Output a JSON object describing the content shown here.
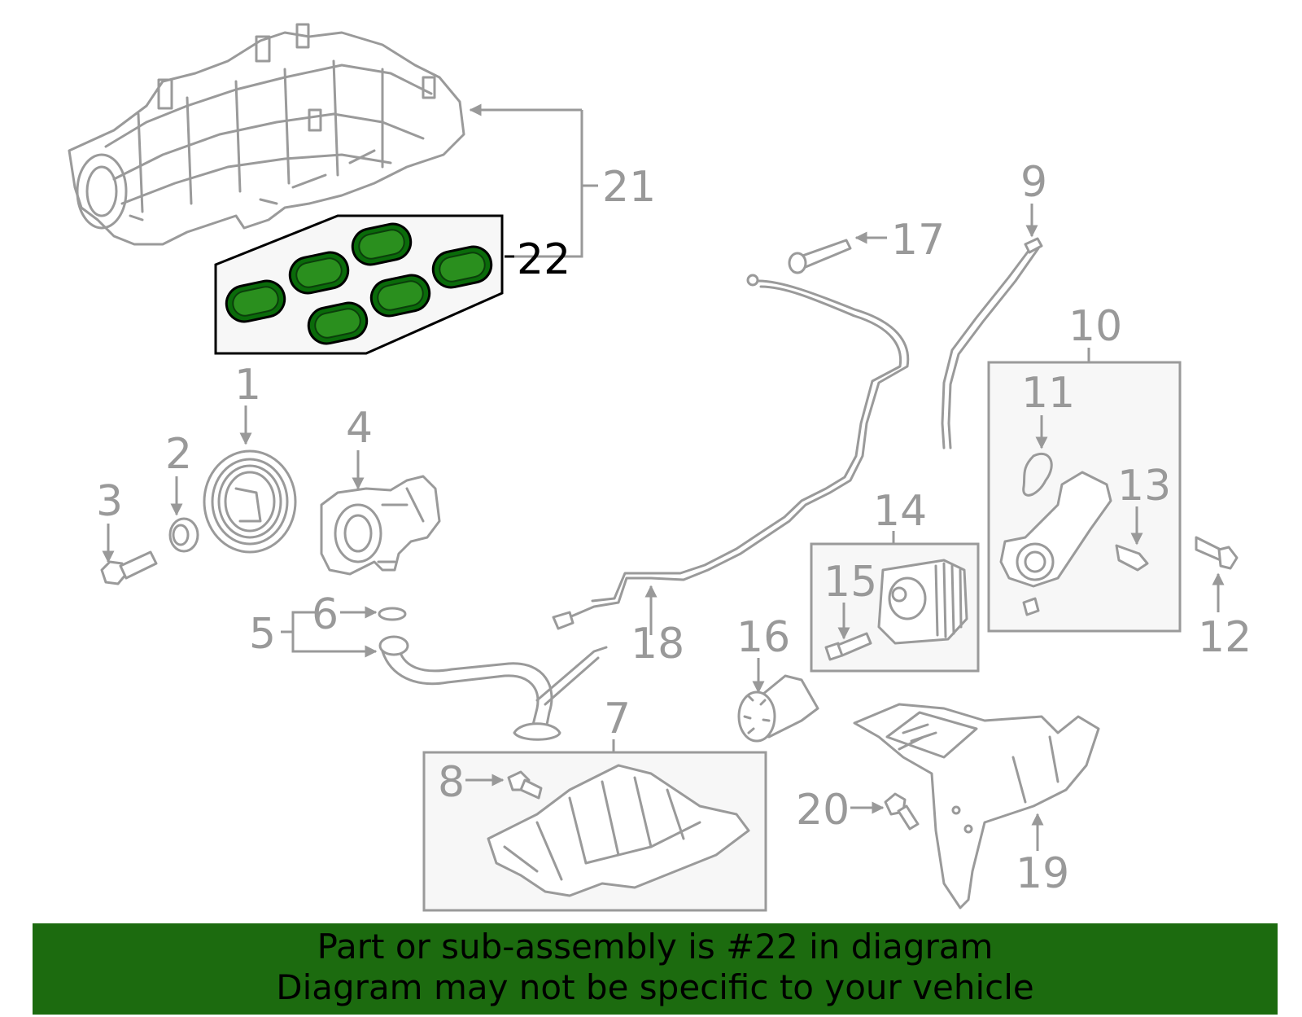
{
  "callouts": {
    "c1": "1",
    "c2": "2",
    "c3": "3",
    "c4": "4",
    "c5": "5",
    "c6": "6",
    "c7": "7",
    "c8": "8",
    "c9": "9",
    "c10": "10",
    "c11": "11",
    "c12": "12",
    "c13": "13",
    "c14": "14",
    "c15": "15",
    "c16": "16",
    "c17": "17",
    "c18": "18",
    "c19": "19",
    "c20": "20",
    "c21": "21",
    "c22": "22"
  },
  "highlight": {
    "part_number": "22",
    "color": "#1c6b0f",
    "gasket_color": "#2a8f1e"
  },
  "banner": {
    "line1": "Part or sub-assembly is #22 in diagram",
    "line2": "Diagram may not be specific to your vehicle"
  }
}
